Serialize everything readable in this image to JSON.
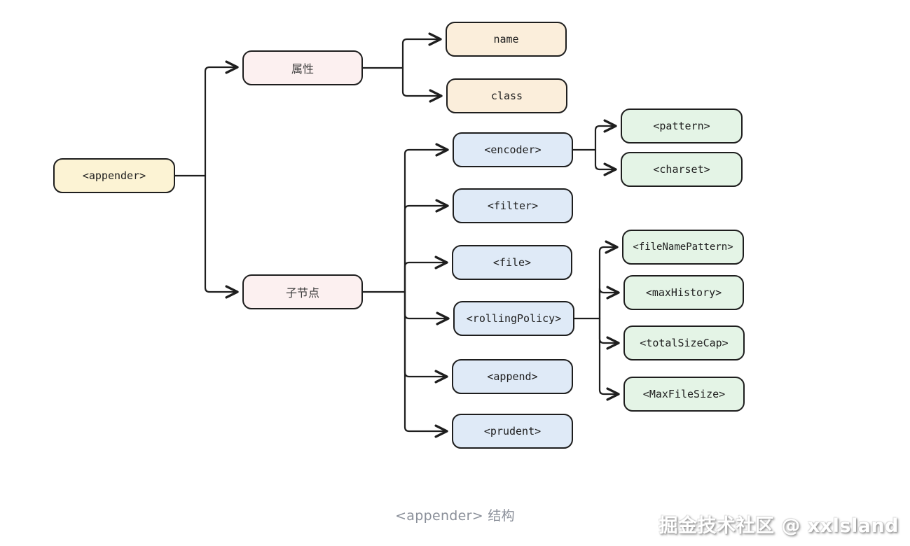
{
  "caption": "<appender> 结构",
  "watermark": "掘金技术社区 @ xxlsland",
  "palette": {
    "root-bg": "#FCF3D4",
    "group-bg": "#FCF0F0",
    "attr-bg": "#FBEEDB",
    "child-bg": "#DFEAF7",
    "leaf-bg": "#E4F4E6",
    "stroke": "#1E1E1E",
    "caption": "#8A8F99"
  },
  "tree": {
    "label": "<appender>",
    "children": [
      {
        "label": "属性",
        "children": [
          {
            "label": "name"
          },
          {
            "label": "class"
          }
        ]
      },
      {
        "label": "子节点",
        "children": [
          {
            "label": "<encoder>",
            "children": [
              {
                "label": "<pattern>"
              },
              {
                "label": "<charset>"
              }
            ]
          },
          {
            "label": "<filter>"
          },
          {
            "label": "<file>"
          },
          {
            "label": "<rollingPolicy>",
            "children": [
              {
                "label": "<fileNamePattern>"
              },
              {
                "label": "<maxHistory>"
              },
              {
                "label": "<totalSizeCap>"
              },
              {
                "label": "<MaxFileSize>"
              }
            ]
          },
          {
            "label": "<append>"
          },
          {
            "label": "<prudent>"
          }
        ]
      }
    ]
  }
}
